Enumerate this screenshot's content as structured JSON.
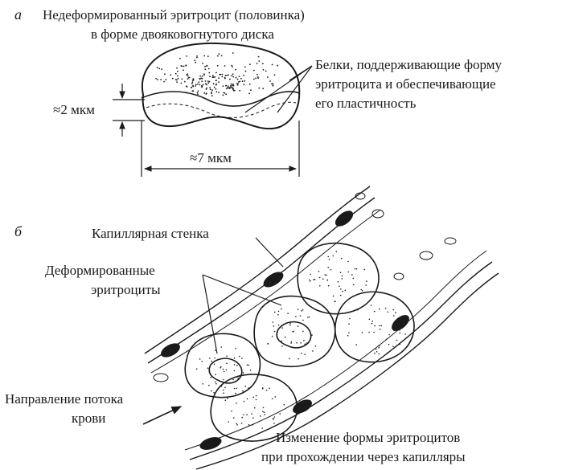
{
  "panel_a": {
    "letter": "а",
    "title_line1": "Недеформированный эритроцит (половинка)",
    "title_line2": "в форме двояковогнутого диска",
    "proteins_line1": "Белки, поддерживающие форму",
    "proteins_line2": "эритроцита и обеспечивающие",
    "proteins_line3": "его пластичность",
    "thickness": "≈2 мкм",
    "width": "≈7 мкм"
  },
  "panel_b": {
    "letter": "б",
    "capillary_wall": "Капиллярная стенка",
    "deformed_line1": "Деформированные",
    "deformed_line2": "эритроциты",
    "flow_line1": "Направление потока",
    "flow_line2": "крови",
    "caption_line1": "Изменение формы эритроцитов",
    "caption_line2": "при прохождении через капилляры"
  }
}
